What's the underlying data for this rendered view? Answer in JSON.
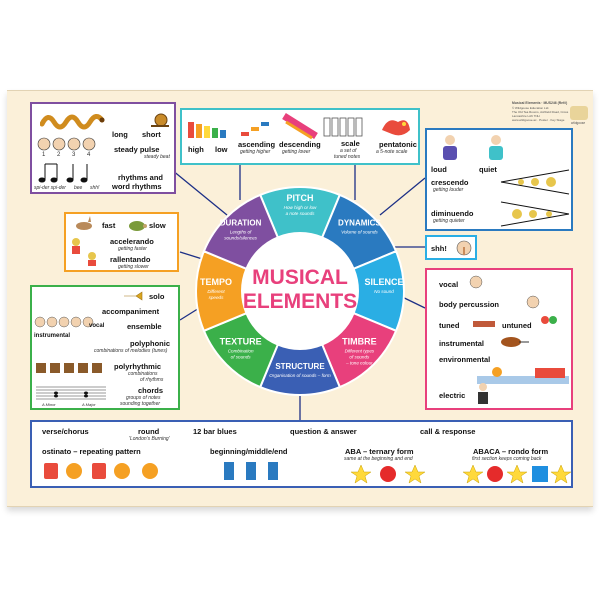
{
  "wheel": {
    "center_line1": "MUSICAL",
    "center_line2": "ELEMENTS",
    "segments": [
      {
        "label": "PITCH",
        "desc1": "How high or low",
        "desc2": "a note sounds",
        "desc3": "",
        "color": "#3fc1c9"
      },
      {
        "label": "DYNAMICS",
        "desc1": "Volume of sounds",
        "desc2": "",
        "desc3": "",
        "color": "#2a7ac0"
      },
      {
        "label": "SILENCE",
        "desc1": "No sound",
        "desc2": "",
        "desc3": "",
        "color": "#2aaee4"
      },
      {
        "label": "TIMBRE",
        "desc1": "Different types",
        "desc2": "of sounds",
        "desc3": "– tone colour",
        "color": "#e8407c"
      },
      {
        "label": "STRUCTURE",
        "desc1": "Organisation of sounds – form",
        "desc2": "",
        "desc3": "",
        "color": "#3a5fb4"
      },
      {
        "label": "TEXTURE",
        "desc1": "Combination",
        "desc2": "of sounds",
        "desc3": "",
        "color": "#3bb04a"
      },
      {
        "label": "TEMPO",
        "desc1": "Different",
        "desc2": "speeds",
        "desc3": "",
        "color": "#f5a023"
      },
      {
        "label": "DURATION",
        "desc1": "Lengths of",
        "desc2": "sounds/silences",
        "desc3": "",
        "color": "#7f4fa0"
      }
    ]
  },
  "duration": {
    "long": "long",
    "short": "short",
    "steady_pulse": "steady pulse",
    "steady_beat": "steady beat",
    "rhythms": "rhythms and",
    "word_rhythms": "word rhythms",
    "spider": "spi-der spi-der",
    "bee": "bee",
    "shh": "shh!"
  },
  "pitch": {
    "high": "high",
    "low": "low",
    "ascending": "ascending",
    "getting_higher": "getting higher",
    "descending": "descending",
    "getting_lower": "getting lower",
    "scale": "scale",
    "scale_desc1": "a set of",
    "scale_desc2": "tuned notes",
    "pentatonic": "pentatonic",
    "pentatonic_desc": "a 5-note scale"
  },
  "dynamics": {
    "loud": "loud",
    "quiet": "quiet",
    "crescendo": "crescendo",
    "getting_louder": "getting louder",
    "diminuendo": "diminuendo",
    "getting_quieter": "getting quieter"
  },
  "silence": {
    "shh": "shh!"
  },
  "tempo": {
    "fast": "fast",
    "slow": "slow",
    "accelerando": "accelerando",
    "getting_faster": "getting faster",
    "rallentando": "rallentando",
    "getting_slower": "getting slower"
  },
  "texture": {
    "solo": "solo",
    "accompaniment": "accompaniment",
    "ensemble": "ensemble",
    "vocal": "vocal",
    "instrumental": "instrumental",
    "polyphonic": "polyphonic",
    "polyphonic_desc": "combinations of melodies (tunes)",
    "polyrhythmic": "polyrhythmic",
    "poly_desc1": "combinations",
    "poly_desc2": "of rhythms",
    "chords": "chords",
    "chords_desc1": "groups of notes",
    "chords_desc2": "sounding together",
    "a_minor": "A Minor",
    "a_major": "A Major"
  },
  "timbre": {
    "vocal": "vocal",
    "body_percussion": "body percussion",
    "tuned": "tuned",
    "untuned": "untuned",
    "instrumental": "instrumental",
    "environmental": "environmental",
    "electric": "electric"
  },
  "structure": {
    "verse_chorus": "verse/chorus",
    "round": "round",
    "round_desc": "'London's Burning'",
    "twelve_bar": "12 bar blues",
    "question_answer": "question & answer",
    "call_response": "call & response",
    "ostinato": "ostinato – repeating pattern",
    "beginning": "beginning/middle/end",
    "aba": "ABA – ternary form",
    "aba_desc": "same at the beginning and end",
    "abaca": "ABACA – rondo form",
    "abaca_desc": "first section keeps coming back"
  },
  "publisher": {
    "line1": "Musical Elements · MUS246 (Ref#)",
    "line2": "© Wildgoose Education Ltd.",
    "line3": "The Old Tea Rooms, Ashfield Road, Cross",
    "line4": "Lancashire LA6 7NH",
    "line5": "www.wildgoose.ac · Poster · Key Stage",
    "logo": "wildgoose"
  }
}
